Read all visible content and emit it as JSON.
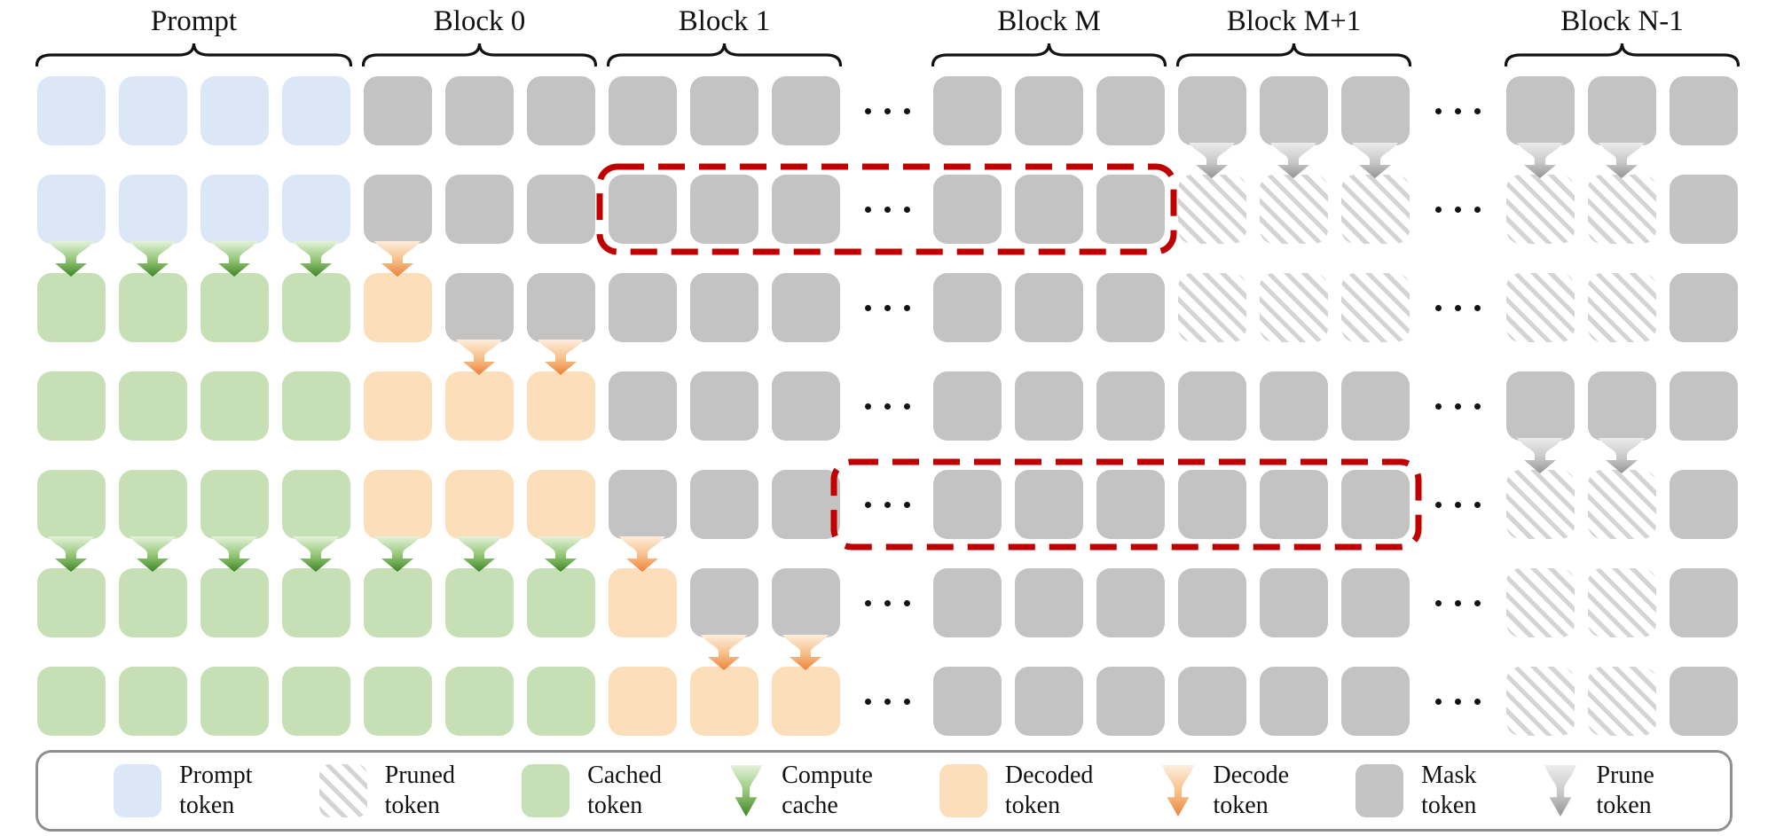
{
  "figure": {
    "groups": [
      {
        "id": "prompt",
        "label": "Prompt",
        "tokens": 4
      },
      {
        "id": "block-0",
        "label": "Block 0",
        "tokens": 3
      },
      {
        "id": "block-1",
        "label": "Block 1",
        "tokens": 3
      },
      {
        "id": "ellipsis-1",
        "type": "ellipsis"
      },
      {
        "id": "block-m",
        "label": "Block M",
        "tokens": 3
      },
      {
        "id": "block-m-plus-1",
        "label": "Block M+1",
        "tokens": 3
      },
      {
        "id": "ellipsis-2",
        "type": "ellipsis"
      },
      {
        "id": "block-n-minus-1",
        "label": "Block N-1",
        "tokens": 3
      }
    ],
    "cell_codes": {
      "P": "prompt-token",
      "M": "mask-token",
      "C": "cached-token",
      "D": "decoded-token",
      "X": "pruned-token",
      ".": "ellipsis",
      "+g": "compute-cache-arrow-below",
      "+o": "decode-token-arrow-below",
      "+p": "prune-token-arrow-below"
    },
    "rows": [
      "P P P P M M M M M M . M M M M+p M+p M+p . M+p M+p M",
      "P+g P+g P+g P+g M+o M M M M M . M M M X X X . X X M",
      "C C C C D M+o M+o M M M . M M M X X X . X X M",
      "C C C C D D D M M M . M M M M M M . M+p M+p M",
      "C+g C+g C+g C+g D+g D+g D+g M+o M M . M M M M M M . X X M",
      "C C C C C C C D M+o M+o . M M M M M M . X X M",
      "C C C C C C C D D D . M M M M M M . X X M"
    ],
    "highlights": [
      {
        "row": 1,
        "col_start": 7,
        "col_end": 13
      },
      {
        "row": 4,
        "col_start": 10,
        "col_end": 16
      }
    ],
    "legend": {
      "items": [
        {
          "id": "prompt-token",
          "swatch": "prompt",
          "lines": [
            "Prompt",
            "token"
          ]
        },
        {
          "id": "pruned-token",
          "swatch": "pruned",
          "lines": [
            "Pruned",
            "token"
          ]
        },
        {
          "id": "cached-token",
          "swatch": "cached",
          "lines": [
            "Cached",
            "token"
          ]
        },
        {
          "id": "compute-cache",
          "swatch": "arrow-green",
          "lines": [
            "Compute",
            "cache"
          ]
        },
        {
          "id": "decoded-token",
          "swatch": "decoded",
          "lines": [
            "Decoded",
            "token"
          ]
        },
        {
          "id": "decode-token",
          "swatch": "arrow-orange",
          "lines": [
            "Decode",
            "token"
          ]
        },
        {
          "id": "mask-token",
          "swatch": "mask",
          "lines": [
            "Mask",
            "token"
          ]
        },
        {
          "id": "prune-token",
          "swatch": "arrow-gray",
          "lines": [
            "Prune",
            "token"
          ]
        }
      ]
    },
    "colors": {
      "prompt_token": "#dbe6f6",
      "mask_token": "#c3c3c3",
      "cached_token": "#c6dfb5",
      "decoded_token": "#fcdfba",
      "pruned_stripe": "#d4d4d4",
      "highlight_red": "#c00000",
      "text": "#121212",
      "legend_border": "#8f8f8f",
      "arrow_green": [
        "#e4f2db",
        "#90c471",
        "#3f8427"
      ],
      "arrow_orange": [
        "#fdeedd",
        "#f7bd85",
        "#ee813c"
      ],
      "arrow_gray": [
        "#ececec",
        "#c8c8c8",
        "#949494"
      ]
    }
  }
}
